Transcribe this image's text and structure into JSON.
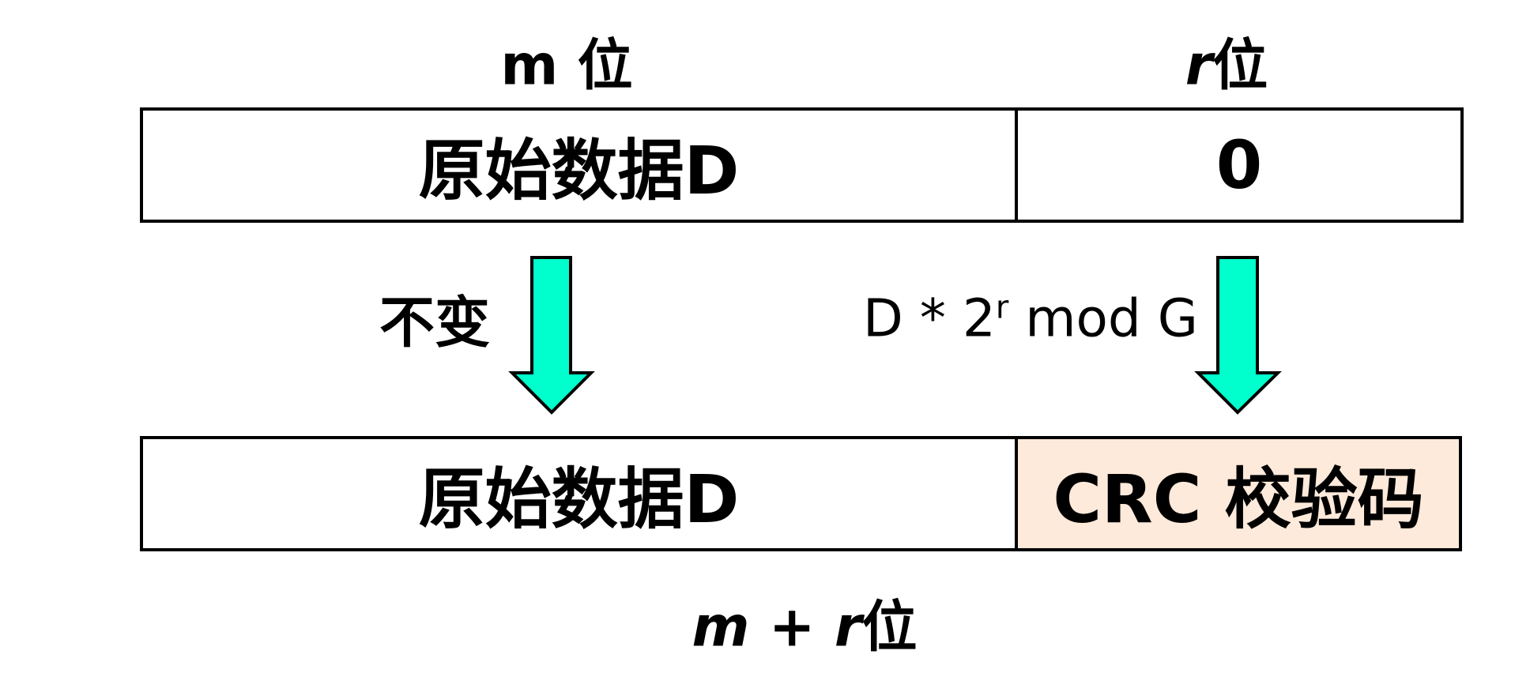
{
  "top_labels": {
    "m_bits": "m 位",
    "r_var": "r",
    "r_suffix": "位"
  },
  "top_row": {
    "data_cell": "原始数据D",
    "zero_cell": "0"
  },
  "middle": {
    "unchanged": "不变",
    "formula_prefix": "D * 2",
    "formula_sup": "r",
    "formula_suffix": " mod G"
  },
  "bottom_row": {
    "data_cell": "原始数据D",
    "crc_cell": "CRC 校验码"
  },
  "bottom_label": {
    "m_var": "m",
    "plus": " + ",
    "r_var": "r",
    "suffix": "位"
  },
  "colors": {
    "arrow_fill": "#00ffcc",
    "crc_fill": "#fdeadb",
    "stroke": "#000000"
  }
}
